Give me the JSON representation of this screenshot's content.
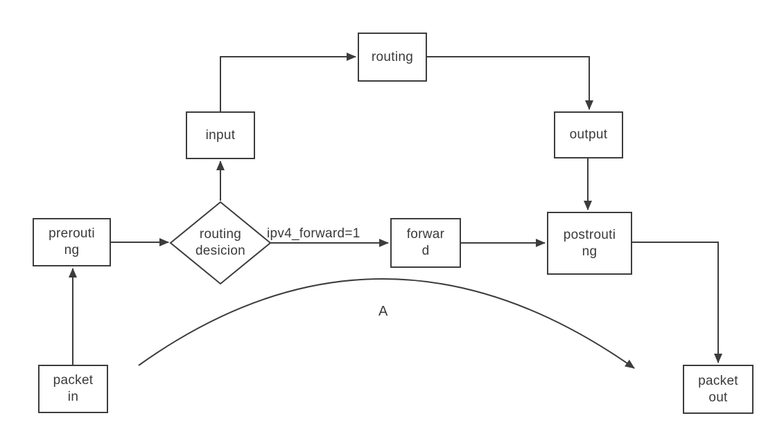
{
  "diagram": {
    "background": "#ffffff",
    "stroke_color": "#3c3c3c",
    "text_color": "#3a3a3a",
    "nodes": {
      "packet_in": {
        "lines": [
          "packet",
          "in"
        ]
      },
      "prerouting": {
        "lines": [
          "prerouti",
          "ng"
        ]
      },
      "routing_decision": {
        "lines": [
          "routing",
          "desicion"
        ]
      },
      "input": {
        "lines": [
          "input"
        ]
      },
      "routing": {
        "lines": [
          "routing"
        ]
      },
      "output": {
        "lines": [
          "output"
        ]
      },
      "forward": {
        "lines": [
          "forwar",
          "d"
        ]
      },
      "postrouting": {
        "lines": [
          "postrouti",
          "ng"
        ]
      },
      "packet_out": {
        "lines": [
          "packet",
          "out"
        ]
      }
    },
    "edge_labels": {
      "ipv4_forward": "ipv4_forward=1",
      "arc": "A"
    }
  }
}
